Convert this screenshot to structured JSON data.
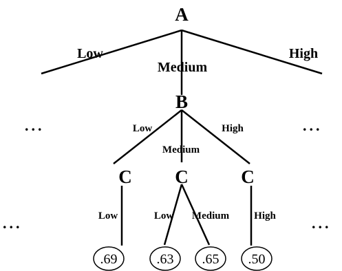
{
  "nodes": {
    "a": "A",
    "b": "B",
    "c_left": "C",
    "c_mid": "C",
    "c_right": "C"
  },
  "edges": {
    "a_low": "Low",
    "a_medium": "Medium",
    "a_high": "High",
    "b_low": "Low",
    "b_medium": "Medium",
    "b_high": "High",
    "c_left_low": "Low",
    "c_mid_low": "Low",
    "c_mid_medium": "Medium",
    "c_right_high": "High"
  },
  "leaves": [
    ".69",
    ".63",
    ".65",
    ".50"
  ],
  "ellipsis": "..."
}
